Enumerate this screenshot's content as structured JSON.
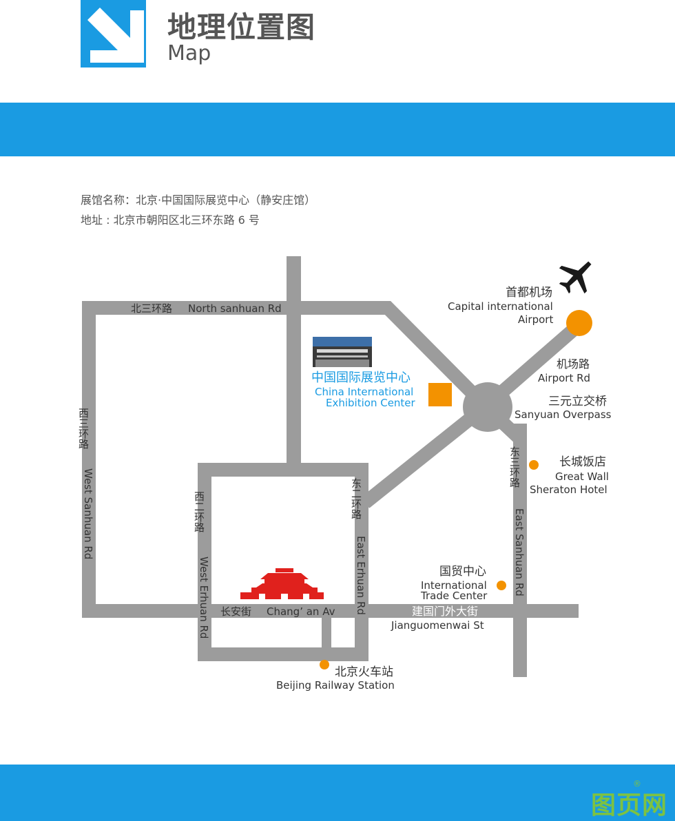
{
  "header": {
    "title_cn": "地理位置图",
    "title_en": "Map"
  },
  "info": {
    "venue": "展馆名称：北京·中国国际展览中心（静安庄馆）",
    "address": "地址 : 北京市朝阳区北三环东路 6 号"
  },
  "map": {
    "roads": {
      "north_sanhuan_cn": "北三环路",
      "north_sanhuan_en": "North sanhuan Rd",
      "west_sanhuan_cn": "西三环路",
      "west_sanhuan_en": "West Sanhuan Rd",
      "west_erhuan_cn": "西二环路",
      "west_erhuan_en": "West Erhuan Rd",
      "east_erhuan_cn": "东二环路",
      "east_erhuan_en": "East Erhuan Rd",
      "east_sanhuan_cn": "东三环路",
      "east_sanhuan_en": "East Sanhuan Rd",
      "changan_cn": "长安街",
      "changan_en": "Chang’ an Av",
      "jianguomenwai_cn": "建国门外大街",
      "jianguomenwai_en": "Jianguomenwai St",
      "airport_rd_cn": "机场路",
      "airport_rd_en": "Airport Rd"
    },
    "places": {
      "airport_cn": "首都机场",
      "airport_en_1": "Capital international",
      "airport_en_2": "Airport",
      "exhibition_cn": "中国国际展览中心",
      "exhibition_en_1": "China International",
      "exhibition_en_2": "Exhibition Center",
      "sanyuan_cn": "三元立交桥",
      "sanyuan_en": "Sanyuan Overpass",
      "greatwall_cn": "长城饭店",
      "greatwall_en_1": "Great Wall",
      "greatwall_en_2": "Sheraton Hotel",
      "trade_cn": "国贸中心",
      "trade_en_1": "International",
      "trade_en_2": "Trade Center",
      "station_cn": "北京火车站",
      "station_en": "Beijing Railway Station"
    },
    "icons": [
      "airplane-icon",
      "tiananmen-icon",
      "exhibition-photo"
    ]
  },
  "watermark": {
    "text": "图页网",
    "registered": "®"
  },
  "colors": {
    "brand_blue": "#1a9be2",
    "road_gray": "#9c9c9c",
    "marker_orange": "#f39200",
    "landmark_red": "#e0211d",
    "watermark_green": "#7dc242"
  }
}
